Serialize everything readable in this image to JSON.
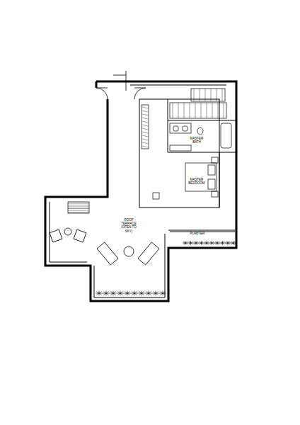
{
  "diagram": {
    "labels": [
      "MASTER BATH",
      "MASTER BEDROOM",
      "ROOF TERRACE (OPEN TO SKY)",
      "PLANTER"
    ]
  }
}
